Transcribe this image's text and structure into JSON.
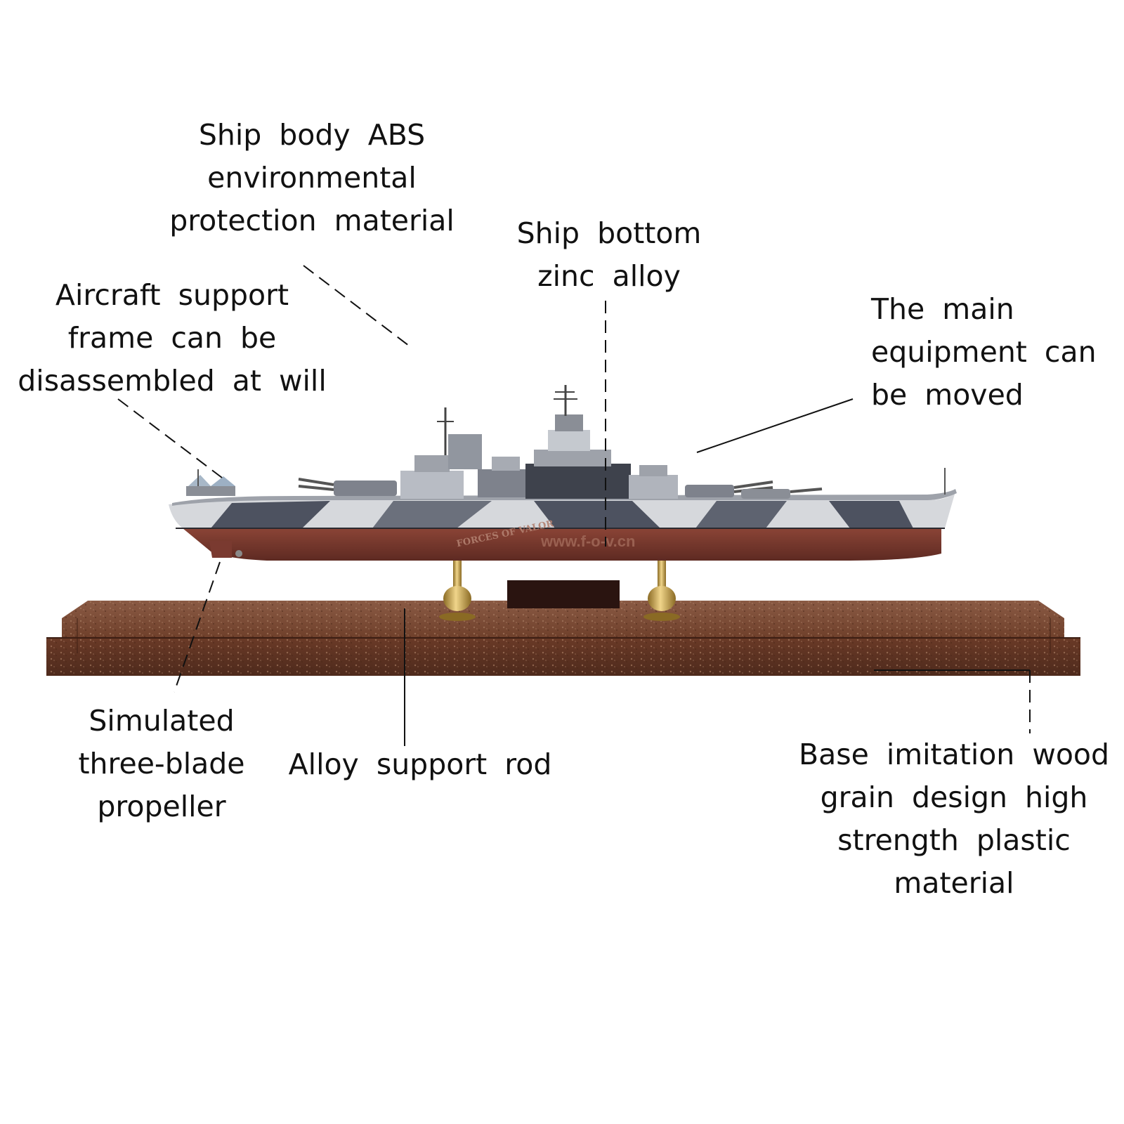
{
  "colors": {
    "text": "#111111",
    "hull_camo_light": "#d6d8dc",
    "hull_camo_dark": "#4d5260",
    "hull_red": "#7a3a30",
    "base_wood": "#6e3f2a",
    "brass": "#c7a34a",
    "leader_line": "#111111"
  },
  "callouts": [
    {
      "id": "ship-body",
      "lines": [
        "Ship body ABS",
        "environmental",
        "protection material"
      ]
    },
    {
      "id": "ship-bottom",
      "lines": [
        "Ship bottom",
        "zinc alloy"
      ]
    },
    {
      "id": "aircraft-frame",
      "lines": [
        "Aircraft support",
        "frame can be",
        "disassembled at will"
      ]
    },
    {
      "id": "main-equipment",
      "lines": [
        "The main",
        "equipment can",
        "be moved"
      ]
    },
    {
      "id": "propeller",
      "lines": [
        "Simulated",
        "three-blade",
        "propeller"
      ]
    },
    {
      "id": "support-rod",
      "lines": [
        "Alloy support rod"
      ]
    },
    {
      "id": "base",
      "lines": [
        "Base imitation wood",
        "grain design high",
        "strength plastic",
        "material"
      ]
    }
  ],
  "watermark": "www.f-o-v.cn",
  "logo_text": "FORCES OF VALOR"
}
